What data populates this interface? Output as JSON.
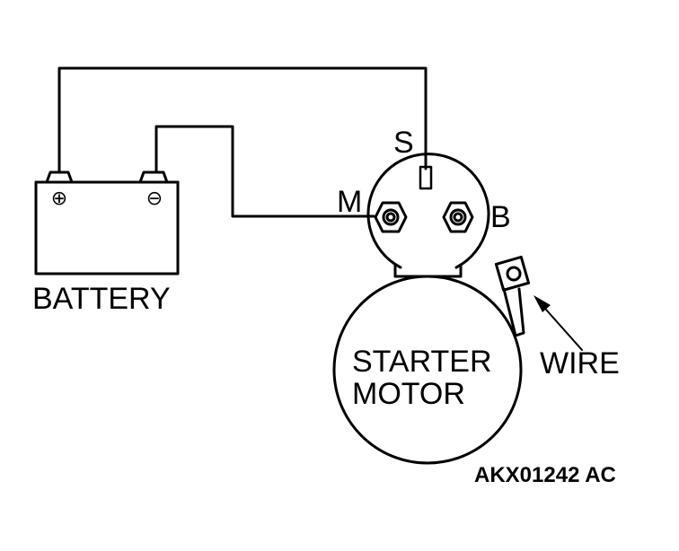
{
  "labels": {
    "battery": "BATTERY",
    "starter_line1": "STARTER",
    "starter_line2": "MOTOR",
    "terminal_s": "S",
    "terminal_m": "M",
    "terminal_b": "B",
    "wire": "WIRE",
    "code": "AKX01242 AC"
  },
  "symbols": {
    "positive": "⊕",
    "negative": "⊖"
  },
  "colors": {
    "line": "#000000",
    "background": "#ffffff"
  }
}
